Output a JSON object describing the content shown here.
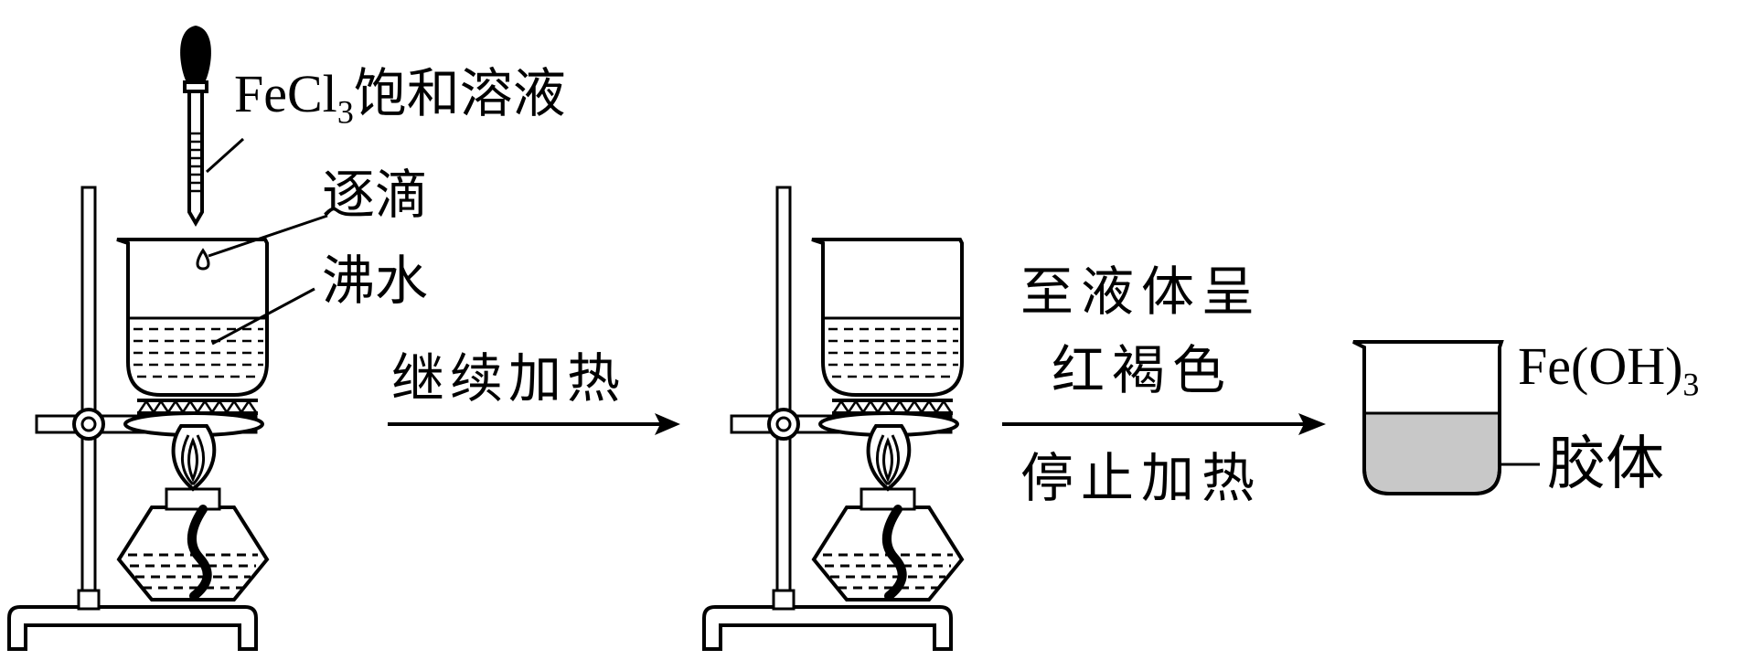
{
  "colors": {
    "ink": "#000000",
    "colloid_fill": "#c8c8c8",
    "background": "#ffffff"
  },
  "labels": {
    "reagent_formula_main": "FeCl",
    "reagent_formula_sub": "3",
    "reagent_text": "饱和溶液",
    "dropwise": "逐滴",
    "boiling_water": "沸水",
    "step1_condition": "继续加热",
    "step2_condition_line1": "至液体呈",
    "step2_condition_line2": "红褐色",
    "step2_action": "停止加热",
    "product_formula_main": "Fe(OH)",
    "product_formula_sub": "3",
    "product_text": "胶体"
  }
}
